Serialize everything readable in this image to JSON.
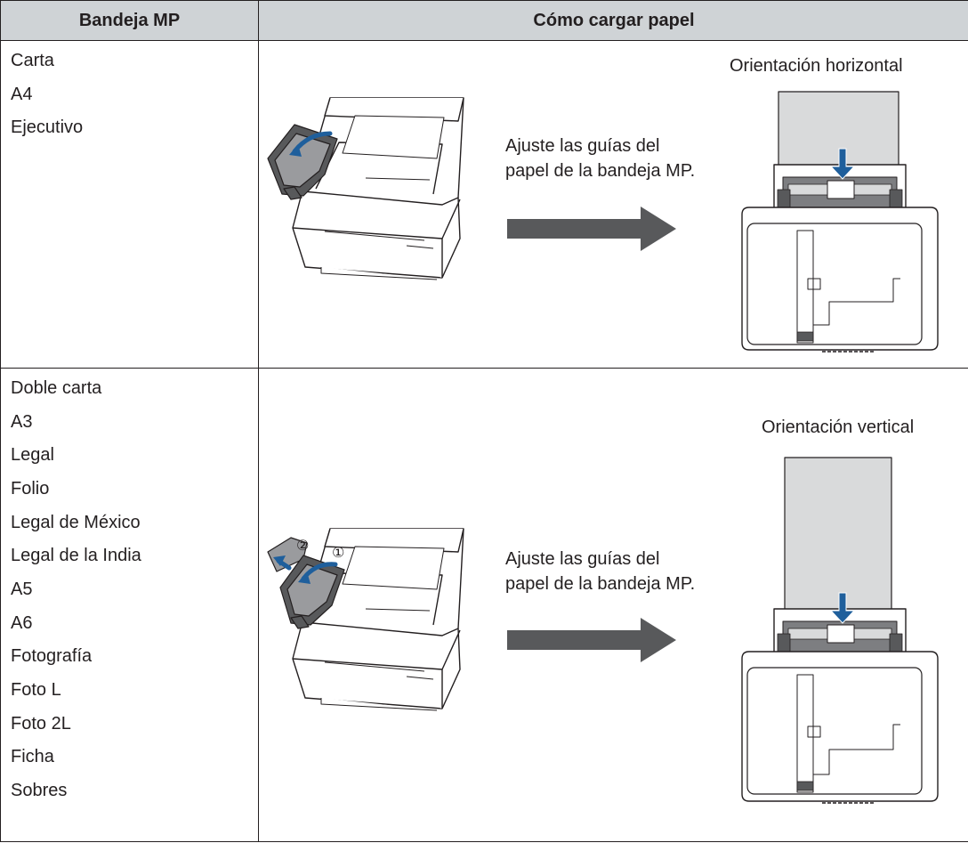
{
  "table": {
    "headers": [
      "Bandeja MP",
      "Cómo cargar papel"
    ],
    "rows": [
      {
        "sizes": [
          "Carta",
          "A4",
          "Ejecutivo"
        ],
        "instruction_line1": "Ajuste las guías del",
        "instruction_line2": "papel de la bandeja MP.",
        "orientation": "Orientación horizontal"
      },
      {
        "sizes": [
          "Doble carta",
          "A3",
          "Legal",
          "Folio",
          "Legal de México",
          "Legal de la India",
          "A5",
          "A6",
          "Fotografía",
          "Foto L",
          "Foto 2L",
          "Ficha",
          "Sobres"
        ],
        "instruction_line1": "Ajuste las guías del",
        "instruction_line2": "papel de la bandeja MP.",
        "step_markers": [
          "②",
          "①"
        ],
        "orientation": "Orientación vertical"
      }
    ]
  },
  "colors": {
    "header_bg": "#cfd3d6",
    "rule": "#231f20",
    "arrow": "#58595b",
    "accent_arrow": "#1f5f9c"
  },
  "icons": [
    "printer-mp-tray-illustration",
    "right-arrow-icon",
    "paper-loading-top-view",
    "down-arrow-icon"
  ]
}
